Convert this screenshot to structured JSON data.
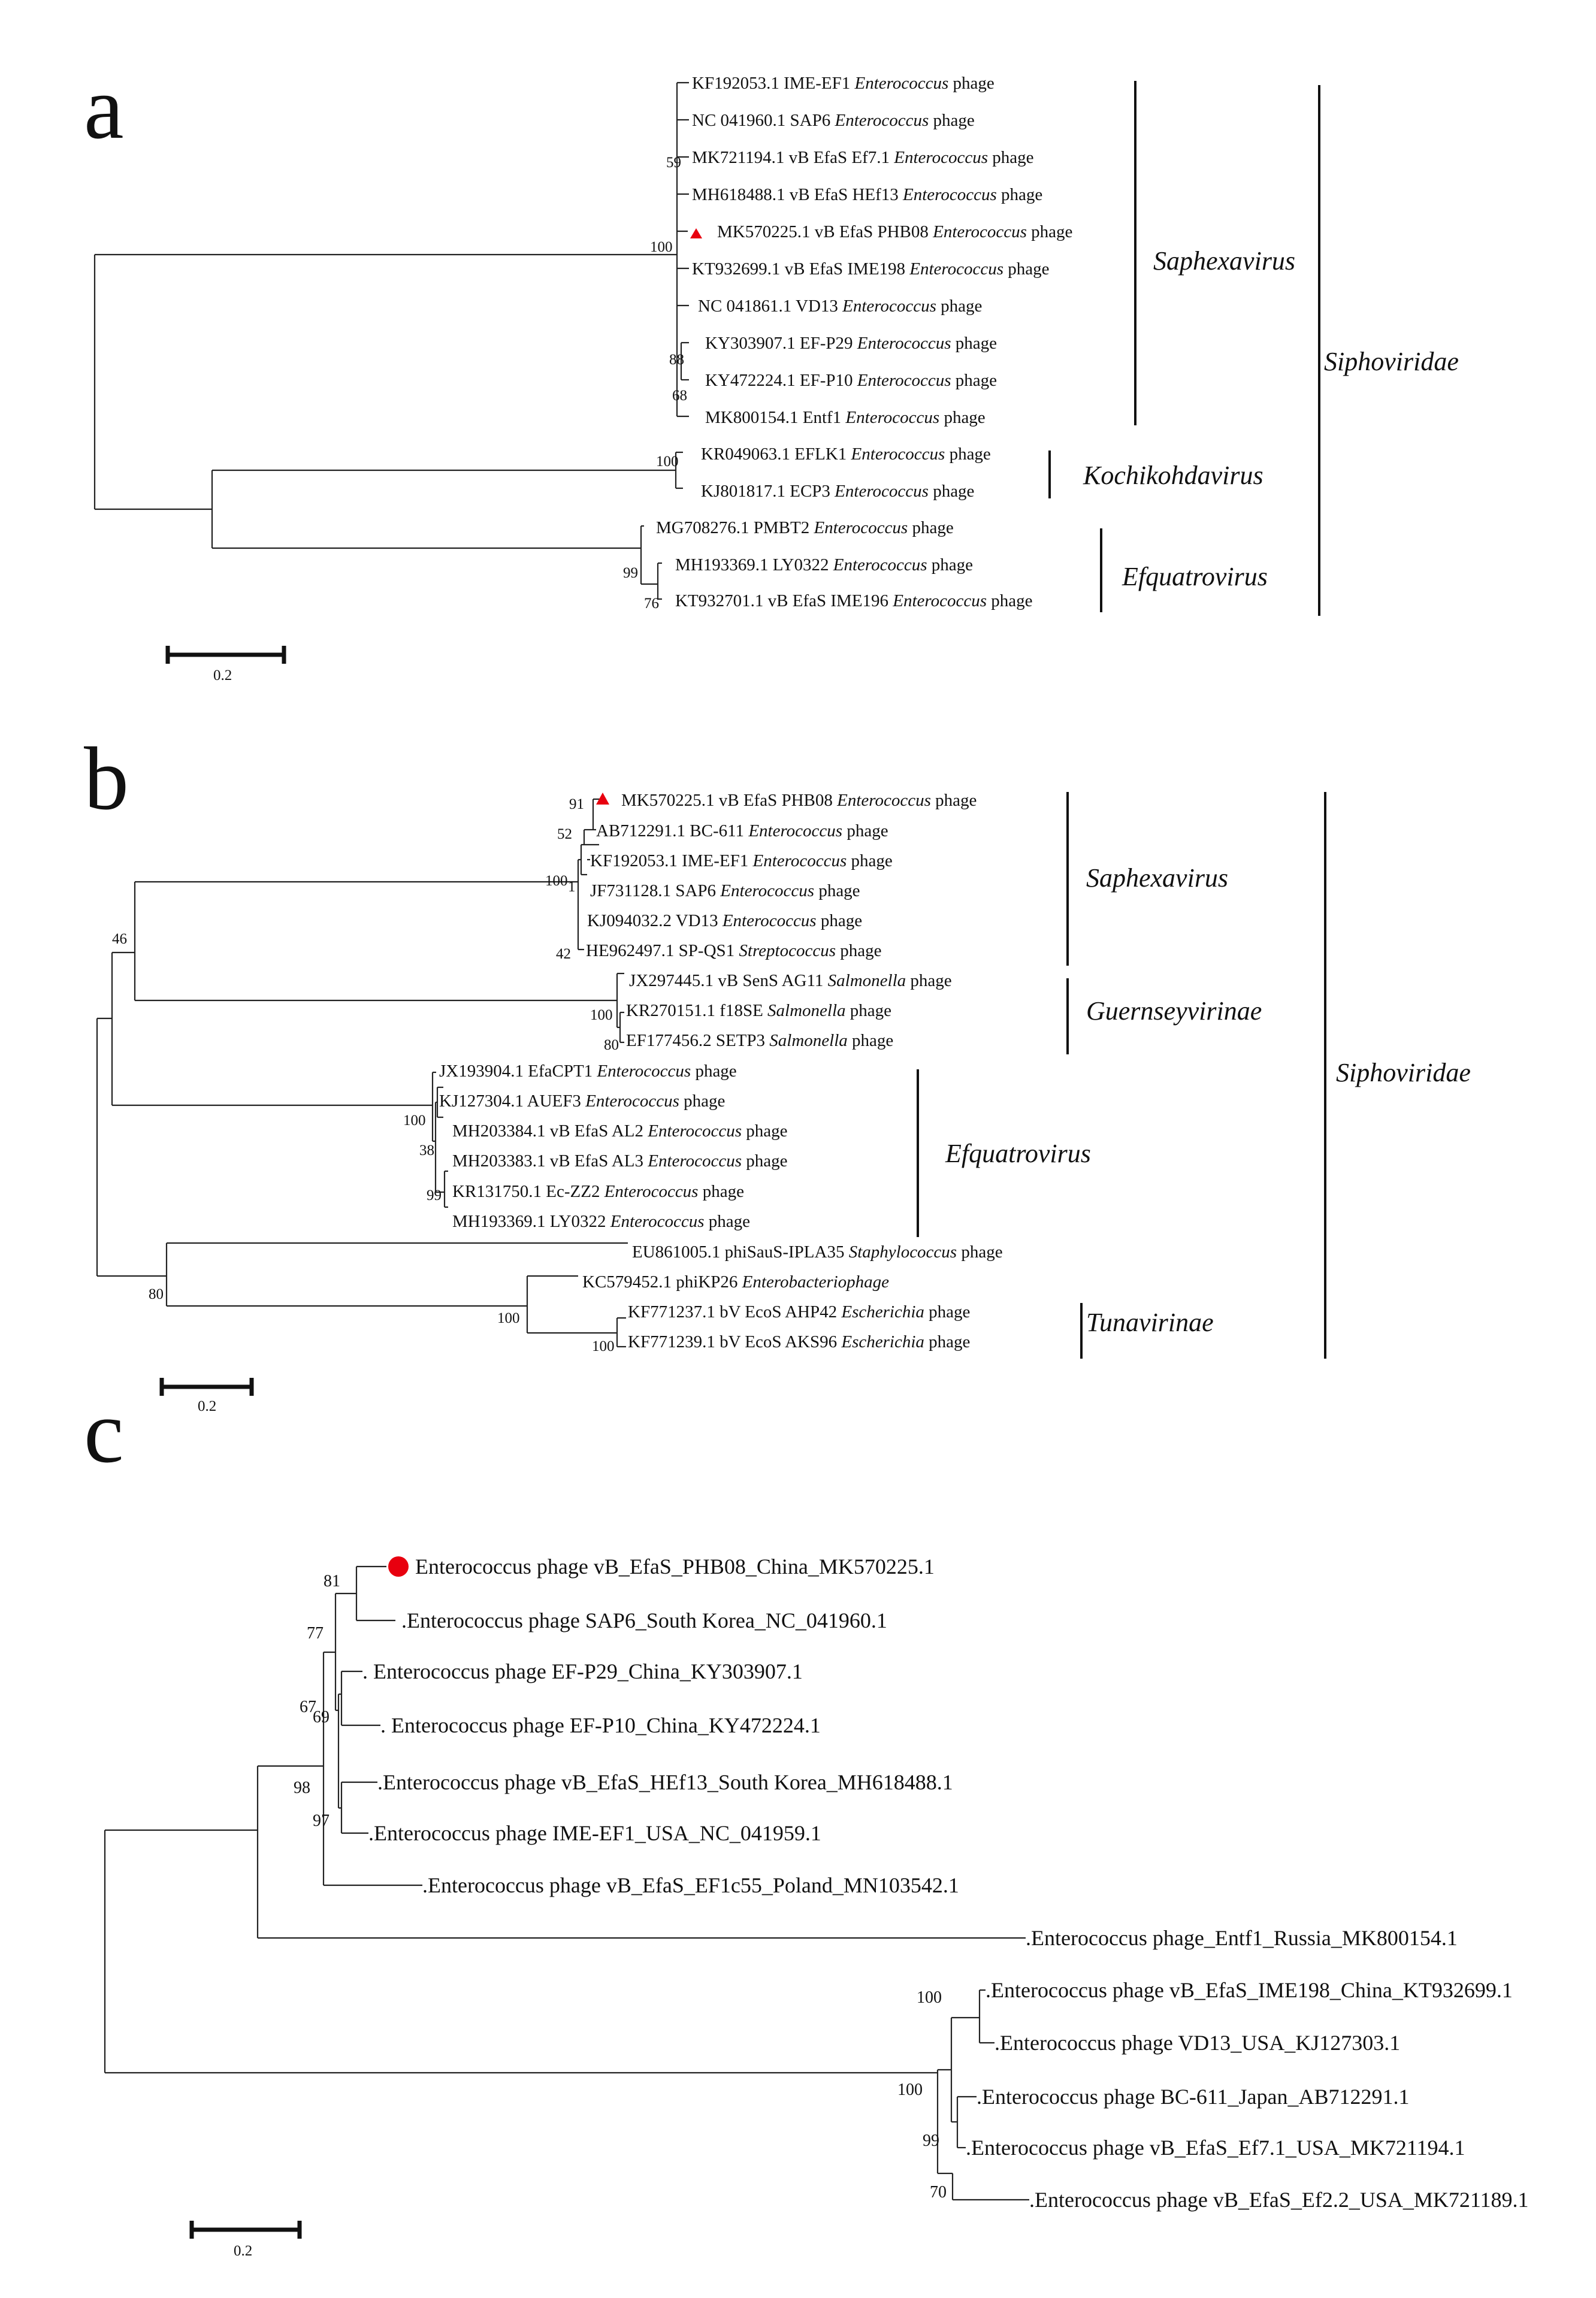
{
  "colors": {
    "marker_triangle": "#e8000f",
    "marker_circle": "#e8000f",
    "lines": "#222222",
    "background": "#ffffff"
  },
  "panel_a": {
    "letter": "a",
    "leaves": [
      {
        "acc": "KF192053.1 IME-EF1 ",
        "genus": "Enterococcus",
        "tail": " phage"
      },
      {
        "acc": "NC 041960.1 SAP6 ",
        "genus": "Enterococcus",
        "tail": " phage"
      },
      {
        "acc": "MK721194.1 vB EfaS Ef7.1 ",
        "genus": "Enterococcus",
        "tail": " phage"
      },
      {
        "acc": "MH618488.1 vB EfaS HEf13 ",
        "genus": "Enterococcus",
        "tail": " phage"
      },
      {
        "acc": "MK570225.1 vB EfaS PHB08 ",
        "genus": "Enterococcus",
        "tail": " phage"
      },
      {
        "acc": "KT932699.1 vB EfaS IME198 ",
        "genus": "Enterococcus",
        "tail": " phage"
      },
      {
        "acc": "NC 041861.1 VD13 ",
        "genus": "Enterococcus",
        "tail": " phage"
      },
      {
        "acc": "KY303907.1 EF-P29 ",
        "genus": "Enterococcus",
        "tail": " phage"
      },
      {
        "acc": "KY472224.1 EF-P10 ",
        "genus": "Enterococcus",
        "tail": " phage"
      },
      {
        "acc": "MK800154.1 Entf1 ",
        "genus": "Enterococcus",
        "tail": " phage"
      },
      {
        "acc": "KR049063.1 EFLK1 ",
        "genus": "Enterococcus",
        "tail": " phage"
      },
      {
        "acc": "KJ801817.1 ECP3 ",
        "genus": "Enterococcus",
        "tail": " phage"
      },
      {
        "acc": "MG708276.1 PMBT2 ",
        "genus": "Enterococcus",
        "tail": " phage"
      },
      {
        "acc": "MH193369.1 LY0322 ",
        "genus": "Enterococcus",
        "tail": " phage"
      },
      {
        "acc": "KT932701.1 vB EfaS IME196 ",
        "genus": "Enterococcus",
        "tail": " phage"
      }
    ],
    "bootstraps": [
      "59",
      "100",
      "88",
      "68",
      "100",
      "99",
      "76"
    ],
    "clades": [
      "Saphexavirus",
      "Kochikohdavirus",
      "Efquatrovirus"
    ],
    "family": "Siphoviridae",
    "scale": "0.2"
  },
  "panel_b": {
    "letter": "b",
    "leaves": [
      {
        "acc": "MK570225.1 vB EfaS PHB08 ",
        "genus": "Enterococcus",
        "tail": " phage"
      },
      {
        "acc": "AB712291.1 BC-611 ",
        "genus": "Enterococcus",
        "tail": " phage"
      },
      {
        "acc": "KF192053.1 IME-EF1 ",
        "genus": "Enterococcus",
        "tail": " phage"
      },
      {
        "acc": "JF731128.1 SAP6 ",
        "genus": "Enterococcus",
        "tail": " phage"
      },
      {
        "acc": "KJ094032.2 VD13 ",
        "genus": "Enterococcus",
        "tail": " phage"
      },
      {
        "acc": "HE962497.1 SP-QS1 ",
        "genus": "Streptococcus",
        "tail": " phage"
      },
      {
        "acc": "JX297445.1 vB SenS AG11 ",
        "genus": "Salmonella",
        "tail": " phage"
      },
      {
        "acc": "KR270151.1 f18SE ",
        "genus": "Salmonella",
        "tail": " phage"
      },
      {
        "acc": "EF177456.2 SETP3 ",
        "genus": "Salmonella",
        "tail": " phage"
      },
      {
        "acc": "JX193904.1 EfaCPT1 ",
        "genus": "Enterococcus",
        "tail": " phage"
      },
      {
        "acc": "KJ127304.1 AUEF3 ",
        "genus": "Enterococcus",
        "tail": " phage"
      },
      {
        "acc": "MH203384.1 vB EfaS AL2 ",
        "genus": "Enterococcus",
        "tail": " phage"
      },
      {
        "acc": "MH203383.1 vB EfaS AL3 ",
        "genus": "Enterococcus",
        "tail": " phage"
      },
      {
        "acc": "KR131750.1 Ec-ZZ2 ",
        "genus": "Enterococcus",
        "tail": " phage"
      },
      {
        "acc": "MH193369.1 LY0322 ",
        "genus": "Enterococcus",
        "tail": " phage"
      },
      {
        "acc": "EU861005.1 phiSauS-IPLA35 ",
        "genus": "Staphylococcus",
        "tail": " phage"
      },
      {
        "acc": "KC579452.1 phiKP26 ",
        "genus": "Enterobacteriophage",
        "tail": ""
      },
      {
        "acc": "KF771237.1 bV EcoS AHP42 ",
        "genus": "Escherichia",
        "tail": " phage"
      },
      {
        "acc": "KF771239.1 bV EcoS AKS96 ",
        "genus": "Escherichia",
        "tail": " phage"
      }
    ],
    "bootstraps": [
      "91",
      "52",
      "100",
      "1",
      "42",
      "46",
      "100",
      "80",
      "100",
      "38",
      "99",
      "80",
      "100",
      "100"
    ],
    "clades": [
      "Saphexavirus",
      "Guernseyvirinae",
      "Efquatrovirus",
      "Tunavirinae"
    ],
    "family": "Siphoviridae",
    "scale": "0.2"
  },
  "panel_c": {
    "letter": "c",
    "leaves": [
      "Enterococcus phage vB_EfaS_PHB08_China_MK570225.1",
      ".Enterococcus phage SAP6_South Korea_NC_041960.1",
      ". Enterococcus phage EF-P29_China_KY303907.1",
      ". Enterococcus phage EF-P10_China_KY472224.1",
      ".Enterococcus phage vB_EfaS_HEf13_South Korea_MH618488.1",
      ".Enterococcus phage IME-EF1_USA_NC_041959.1",
      ".Enterococcus phage vB_EfaS_EF1c55_Poland_MN103542.1",
      ".Enterococcus phage_Entf1_Russia_MK800154.1",
      ".Enterococcus phage vB_EfaS_IME198_China_KT932699.1",
      ".Enterococcus phage VD13_USA_KJ127303.1",
      ".Enterococcus phage BC-611_Japan_AB712291.1",
      ".Enterococcus phage vB_EfaS_Ef7.1_USA_MK721194.1",
      ".Enterococcus phage vB_EfaS_Ef2.2_USA_MK721189.1"
    ],
    "bootstraps": [
      "81",
      "77",
      "67",
      "69",
      "98",
      "97",
      "100",
      "100",
      "99",
      "70"
    ],
    "scale": "0.2"
  }
}
